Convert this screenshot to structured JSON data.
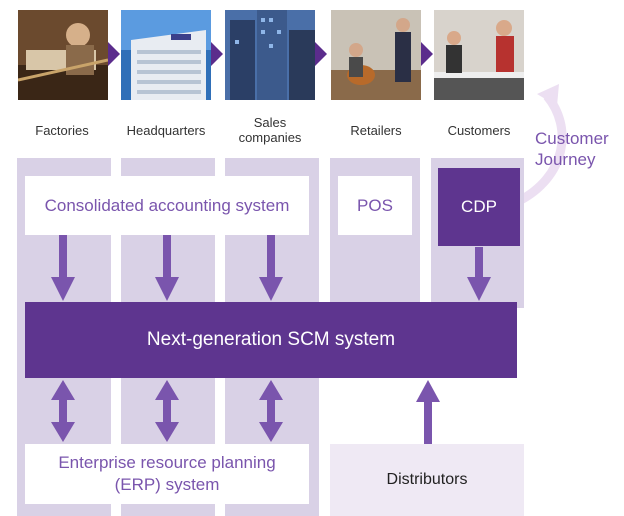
{
  "stages": [
    {
      "label": "Factories",
      "image": "factories-photo"
    },
    {
      "label": "Headquarters",
      "image": "headquarters-photo"
    },
    {
      "label": "Sales\ncompanies",
      "image": "sales-companies-photo"
    },
    {
      "label": "Retailers",
      "image": "retailers-photo"
    },
    {
      "label": "Customers",
      "image": "customers-photo"
    }
  ],
  "customer_journey": "Customer\nJourney",
  "systems": {
    "consolidated_accounting": "Consolidated accounting system",
    "pos": "POS",
    "cdp": "CDP",
    "scm": "Next-generation SCM system",
    "erp": "Enterprise resource planning\n(ERP) system",
    "distributors": "Distributors"
  },
  "colors": {
    "primary_purple": "#5e358f",
    "column_lavender": "#d9d1e6",
    "light_lavender": "#efe9f4",
    "text_purple": "#7a55ad"
  }
}
